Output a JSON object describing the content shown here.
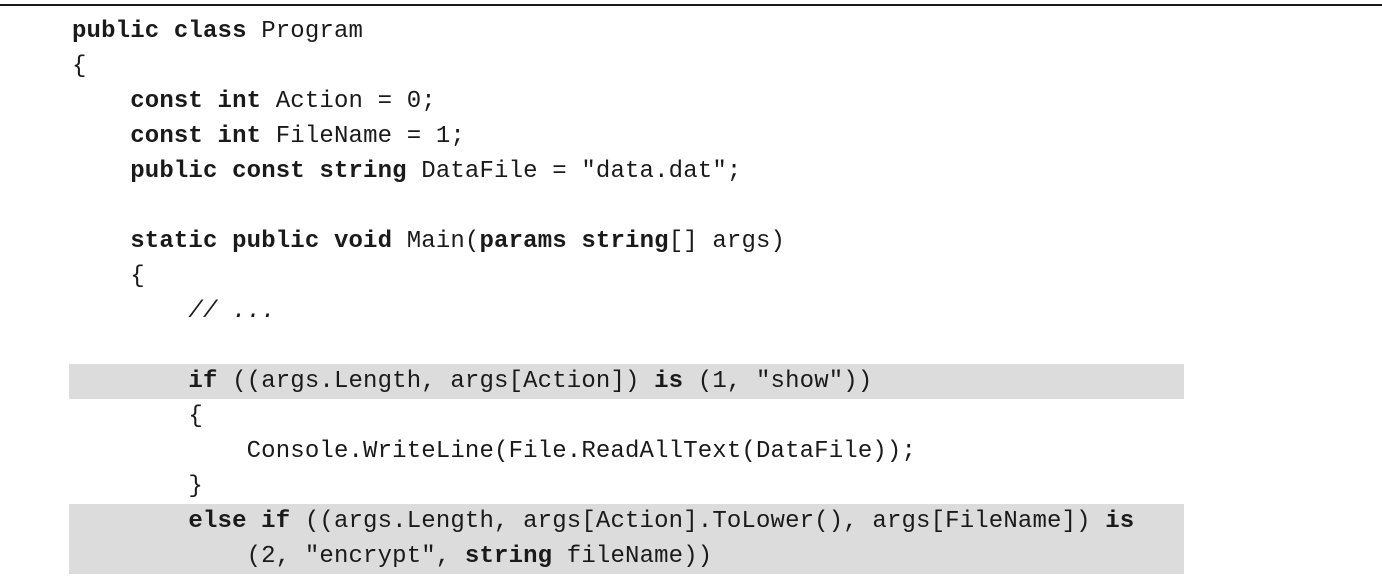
{
  "code": {
    "lines": [
      {
        "hl": false,
        "segs": [
          {
            "t": "public class",
            "s": "b"
          },
          {
            "t": " Program"
          }
        ]
      },
      {
        "hl": false,
        "segs": [
          {
            "t": "{"
          }
        ]
      },
      {
        "hl": false,
        "segs": [
          {
            "t": "    "
          },
          {
            "t": "const int",
            "s": "b"
          },
          {
            "t": " Action = 0;"
          }
        ]
      },
      {
        "hl": false,
        "segs": [
          {
            "t": "    "
          },
          {
            "t": "const int",
            "s": "b"
          },
          {
            "t": " FileName = 1;"
          }
        ]
      },
      {
        "hl": false,
        "segs": [
          {
            "t": "    "
          },
          {
            "t": "public const string",
            "s": "b"
          },
          {
            "t": " DataFile = \"data.dat\";"
          }
        ]
      },
      {
        "hl": false,
        "segs": [
          {
            "t": ""
          }
        ]
      },
      {
        "hl": false,
        "segs": [
          {
            "t": "    "
          },
          {
            "t": "static public void",
            "s": "b"
          },
          {
            "t": " Main("
          },
          {
            "t": "params string",
            "s": "b"
          },
          {
            "t": "[] args)"
          }
        ]
      },
      {
        "hl": false,
        "segs": [
          {
            "t": "    {"
          }
        ]
      },
      {
        "hl": false,
        "segs": [
          {
            "t": "        "
          },
          {
            "t": "// ...",
            "s": "i"
          }
        ]
      },
      {
        "hl": false,
        "segs": [
          {
            "t": ""
          }
        ]
      },
      {
        "hl": true,
        "segs": [
          {
            "t": "        "
          },
          {
            "t": "if",
            "s": "b"
          },
          {
            "t": " ((args.Length, args[Action]) "
          },
          {
            "t": "is",
            "s": "b"
          },
          {
            "t": " (1, \"show\"))"
          }
        ]
      },
      {
        "hl": false,
        "segs": [
          {
            "t": "        {"
          }
        ]
      },
      {
        "hl": false,
        "segs": [
          {
            "t": "            Console.WriteLine(File.ReadAllText(DataFile));"
          }
        ]
      },
      {
        "hl": false,
        "segs": [
          {
            "t": "        }"
          }
        ]
      },
      {
        "hl": true,
        "segs": [
          {
            "t": "        "
          },
          {
            "t": "else if",
            "s": "b"
          },
          {
            "t": " ((args.Length, args[Action].ToLower(), args[FileName]) "
          },
          {
            "t": "is",
            "s": "b"
          }
        ]
      },
      {
        "hl": true,
        "segs": [
          {
            "t": "            (2, \"encrypt\", "
          },
          {
            "t": "string",
            "s": "b"
          },
          {
            "t": " fileName))"
          }
        ]
      }
    ]
  }
}
